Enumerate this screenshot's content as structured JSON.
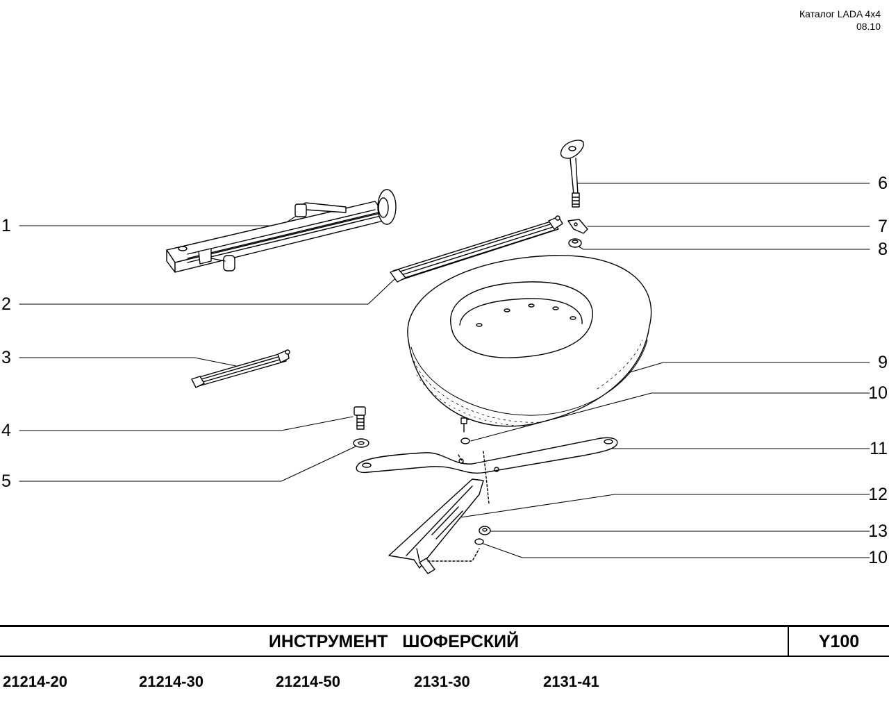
{
  "header": {
    "catalog": "Каталог  LADA  4x4",
    "date": "08.10"
  },
  "callouts_left": [
    "1",
    "2",
    "3",
    "4",
    "5"
  ],
  "callouts_right": [
    "6",
    "7",
    "8",
    "9",
    "10",
    "11",
    "12",
    "13",
    "10"
  ],
  "footer": {
    "title": "ИНСТРУМЕНТ   ШОФЕРСКИЙ",
    "code": "Y100",
    "models": [
      "21214-20",
      "21214-30",
      "21214-50",
      "2131-30",
      "2131-41"
    ]
  }
}
